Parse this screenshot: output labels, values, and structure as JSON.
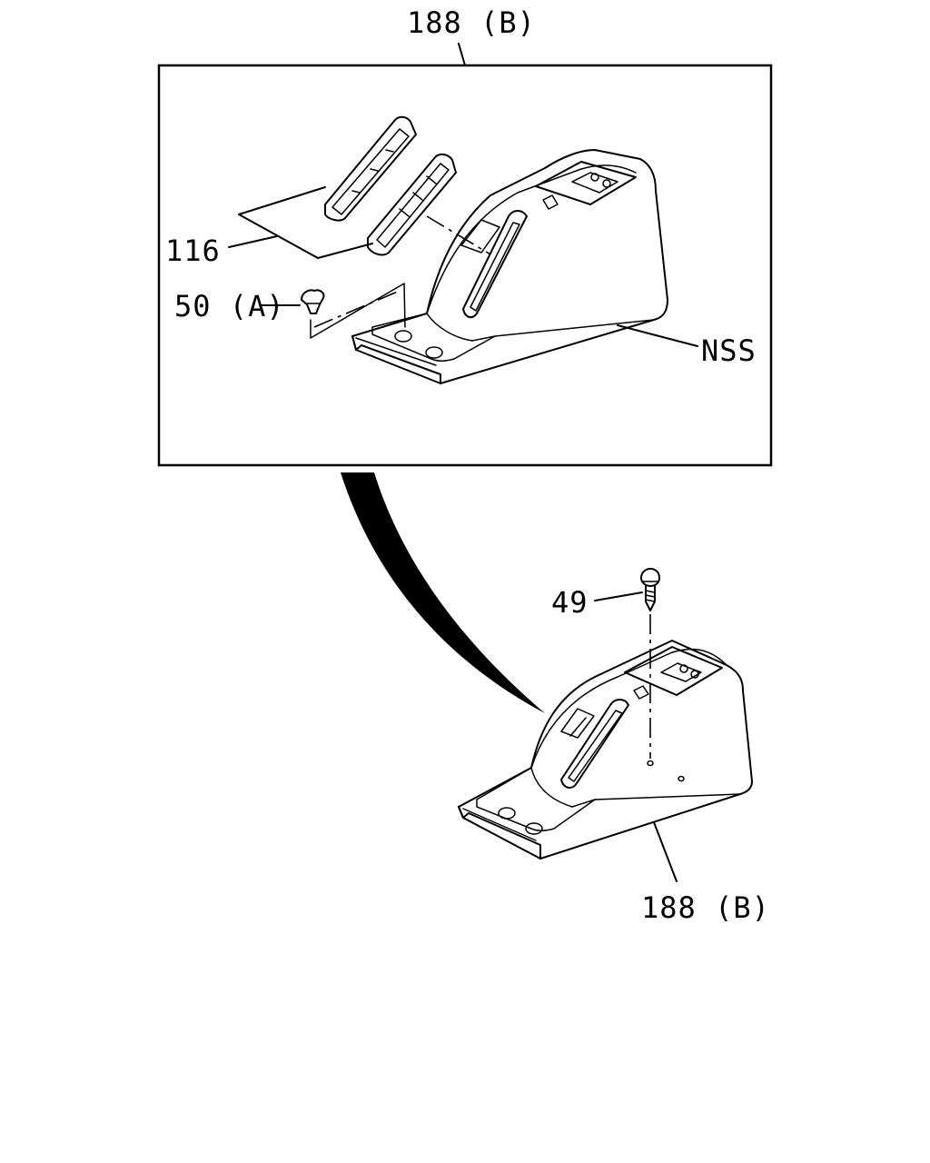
{
  "diagram": {
    "callouts": {
      "top_assembly": "188 (B)",
      "part_116": "116",
      "part_50a": "50 (A)",
      "part_nss": "NSS",
      "part_49": "49",
      "bottom_assembly": "188 (B)"
    },
    "colors": {
      "line": "#000000",
      "background": "#ffffff"
    }
  }
}
